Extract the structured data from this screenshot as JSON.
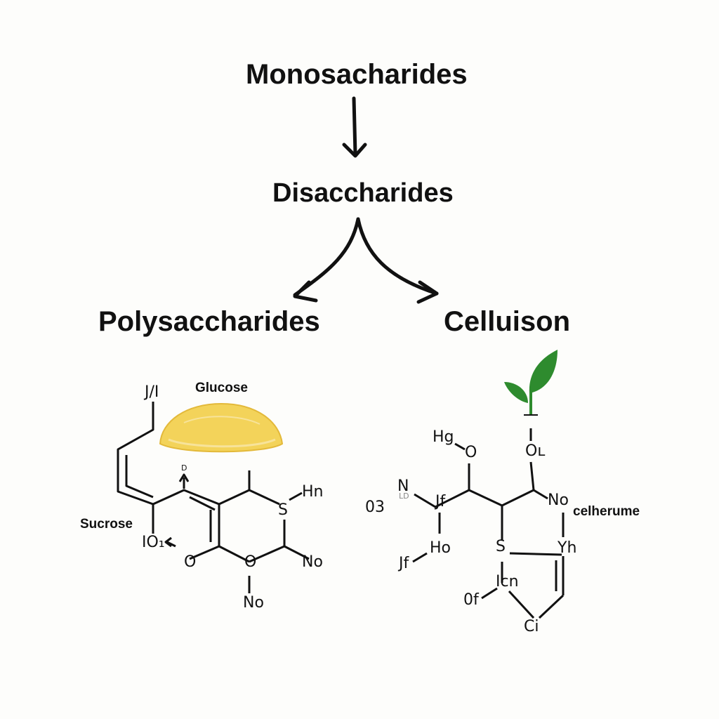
{
  "nodes": {
    "monosaccharides": "Monosacharides",
    "disaccharides": "Disaccharides",
    "polysaccharides": "Polysaccharides",
    "cellulose": "Celluison"
  },
  "left_structure": {
    "glucose_label": "Glucose",
    "sucrose_label": "Sucrose",
    "atoms": {
      "top": "J/I",
      "d_mark": "D",
      "h": "Hn",
      "s": "S",
      "io": "IO₁",
      "o_left": "O",
      "o_right": "O",
      "no_right": "No",
      "no_bottom": "No"
    }
  },
  "right_structure": {
    "cellulose_tag": "celherume",
    "atoms": {
      "hg": "Hg",
      "o_left": "O",
      "o_right": "Oʟ",
      "n": "N",
      "o3": "03",
      "ld": "LD",
      "jf_top": "Jf",
      "no": "No",
      "ho": "Ho",
      "jf_bottom": "Jf",
      "s": "S",
      "yh": "Yh",
      "icn": "Icn",
      "of": "0f",
      "ci": "Ci"
    }
  },
  "colors": {
    "text": "#111111",
    "glucose_fill": "#f3d35a",
    "leaf_green": "#2e8b2e"
  }
}
